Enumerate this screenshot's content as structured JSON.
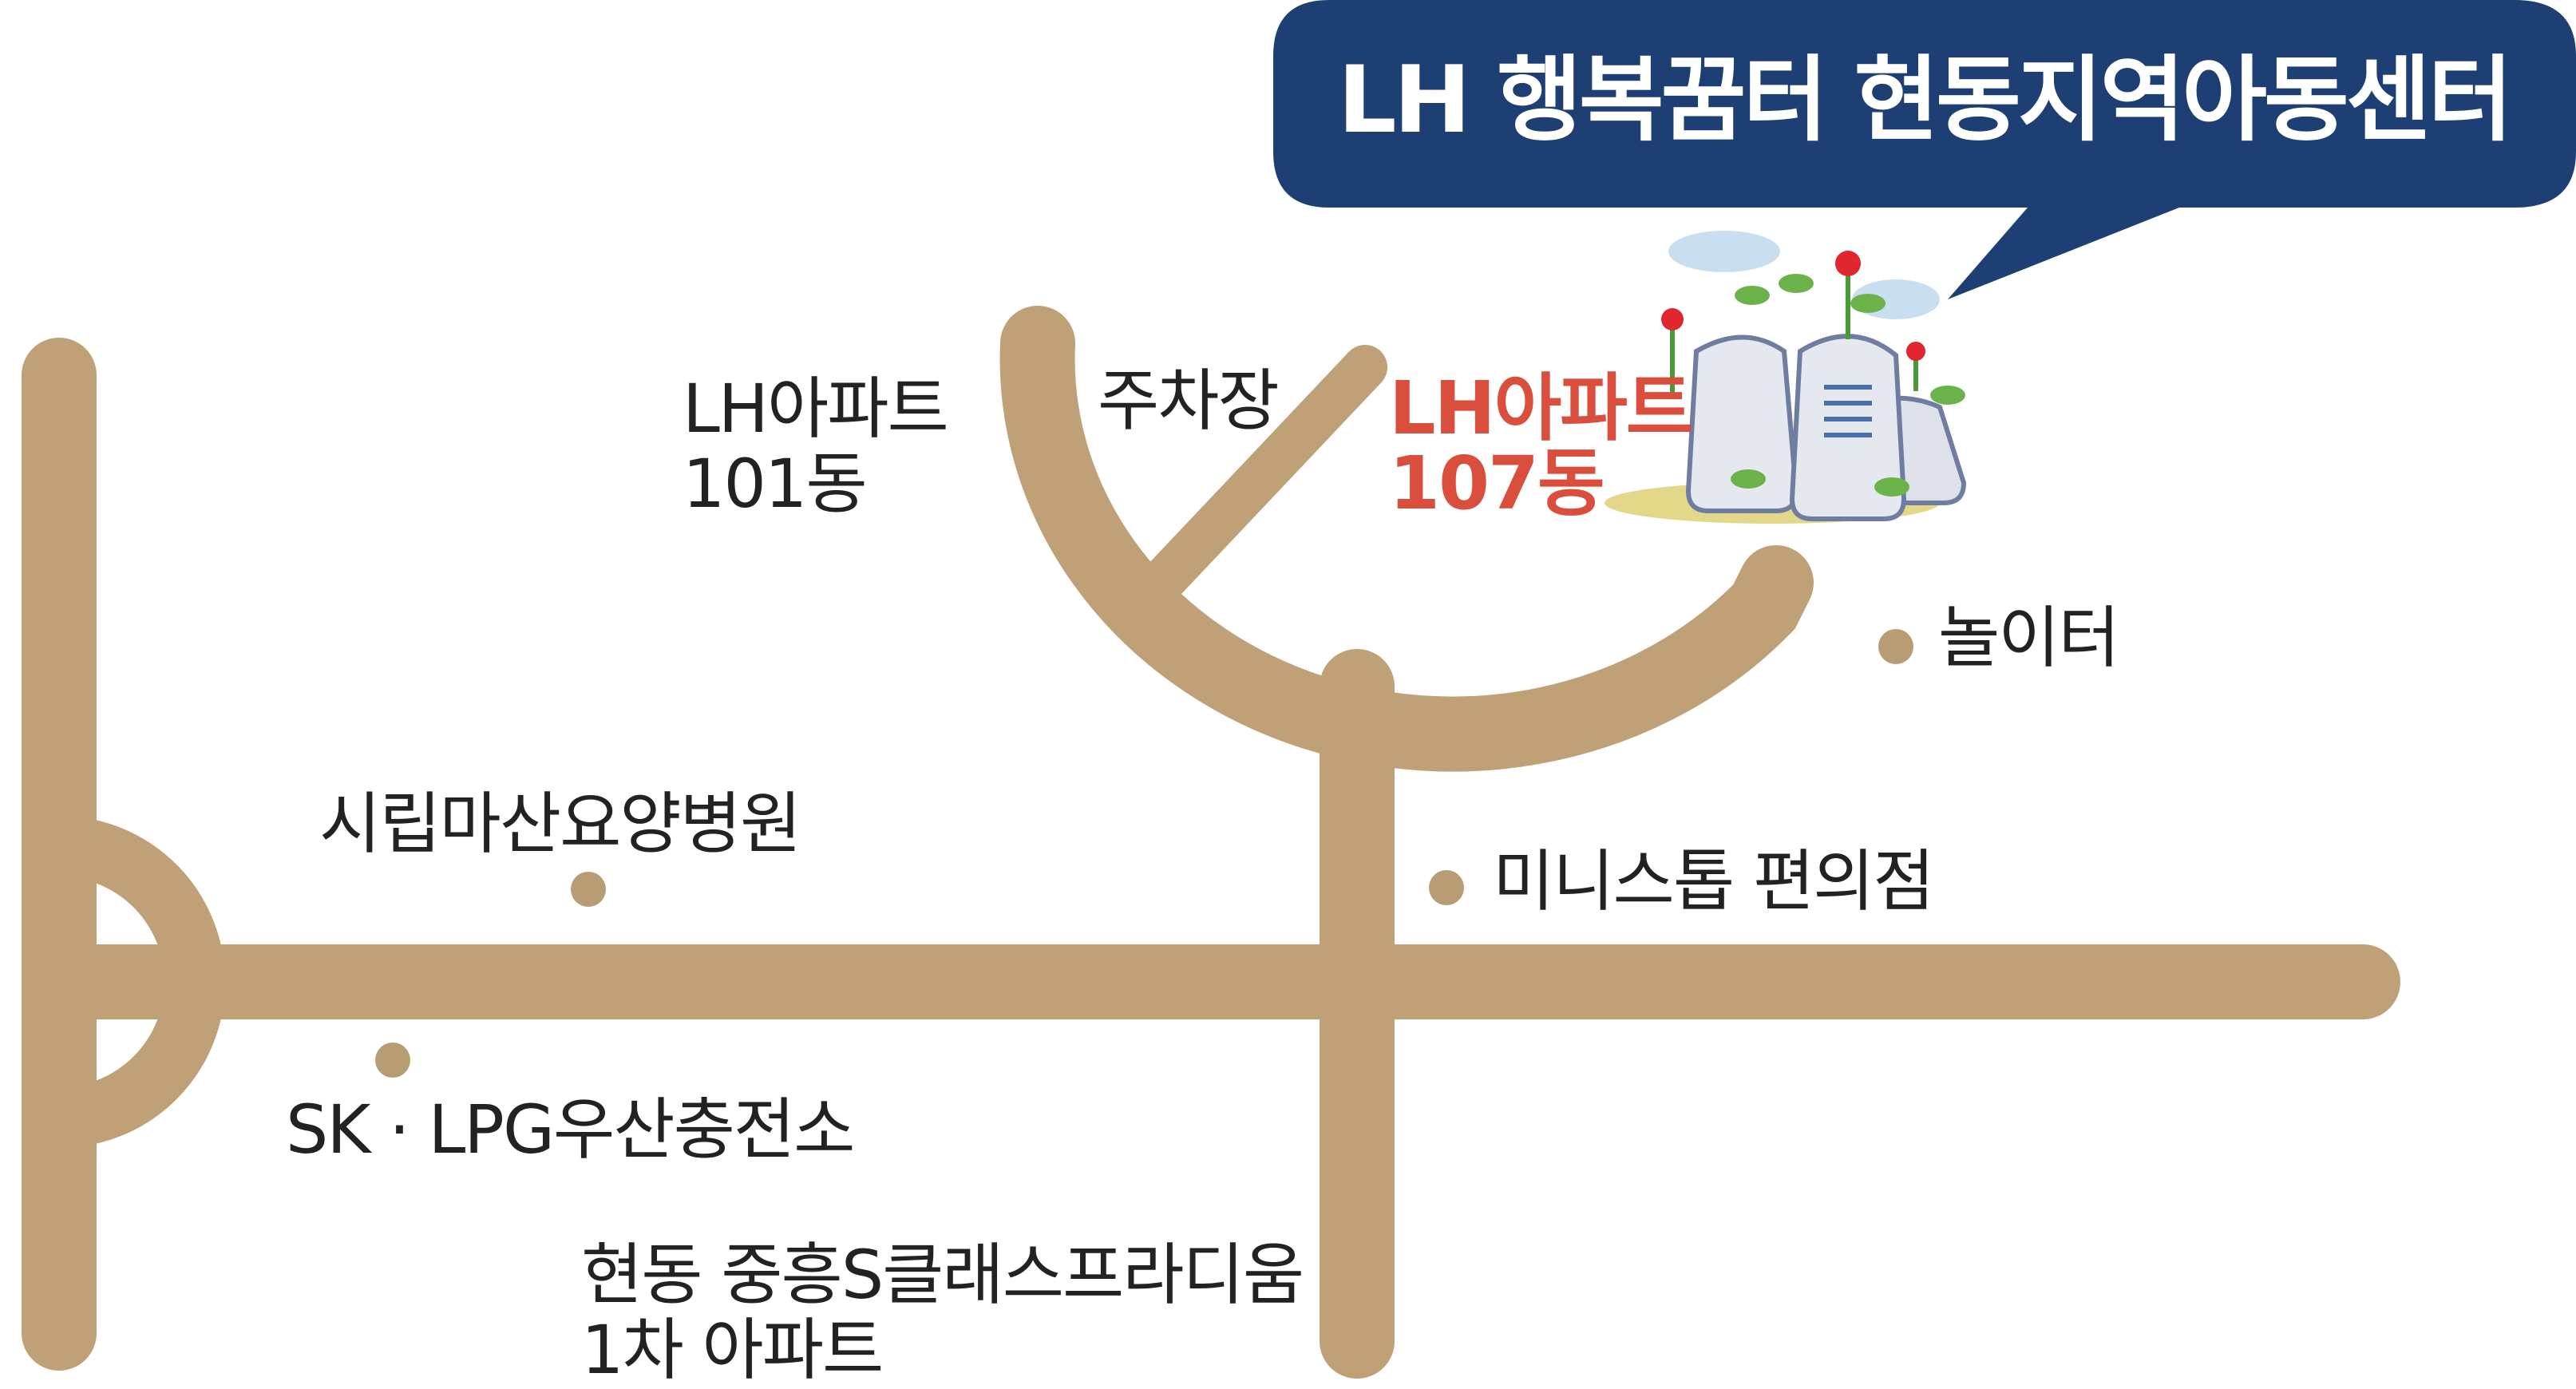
{
  "map": {
    "title": "LH 행복꿈터 현동지역아동센터",
    "colors": {
      "road": "#c0a077",
      "callout": "#1e3f73",
      "highlight": "#d94e3c",
      "poi_dot": "#b89c74",
      "text": "#222222"
    },
    "destination": {
      "line1": "LH아파트",
      "line2": "107동",
      "icon": "apartment-buildings-icon"
    },
    "labels": {
      "apt101_line1": "LH아파트",
      "apt101_line2": "101동",
      "parking": "주차장",
      "playground": "놀이터",
      "hospital": "시립마산요양병원",
      "convenience": "미니스톱 편의점",
      "gas_station": "SK · LPG우산충전소",
      "jungheung_line1": "현동 중흥S클래스프라디움",
      "jungheung_line2": "1차 아파트"
    }
  }
}
